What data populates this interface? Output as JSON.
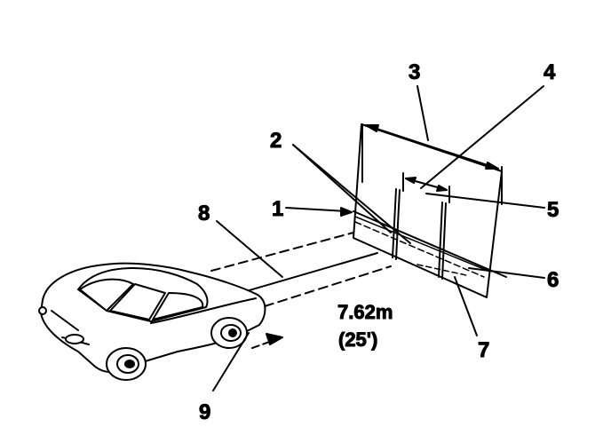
{
  "diagram": {
    "callouts": {
      "c1": "1",
      "c2": "2",
      "c3": "3",
      "c4": "4",
      "c5": "5",
      "c6": "6",
      "c7": "7",
      "c8": "8",
      "c9": "9"
    },
    "distance_metric": "7.62m",
    "distance_imperial": "(25')"
  },
  "colors": {
    "ink": "#000000",
    "background": "#ffffff"
  }
}
